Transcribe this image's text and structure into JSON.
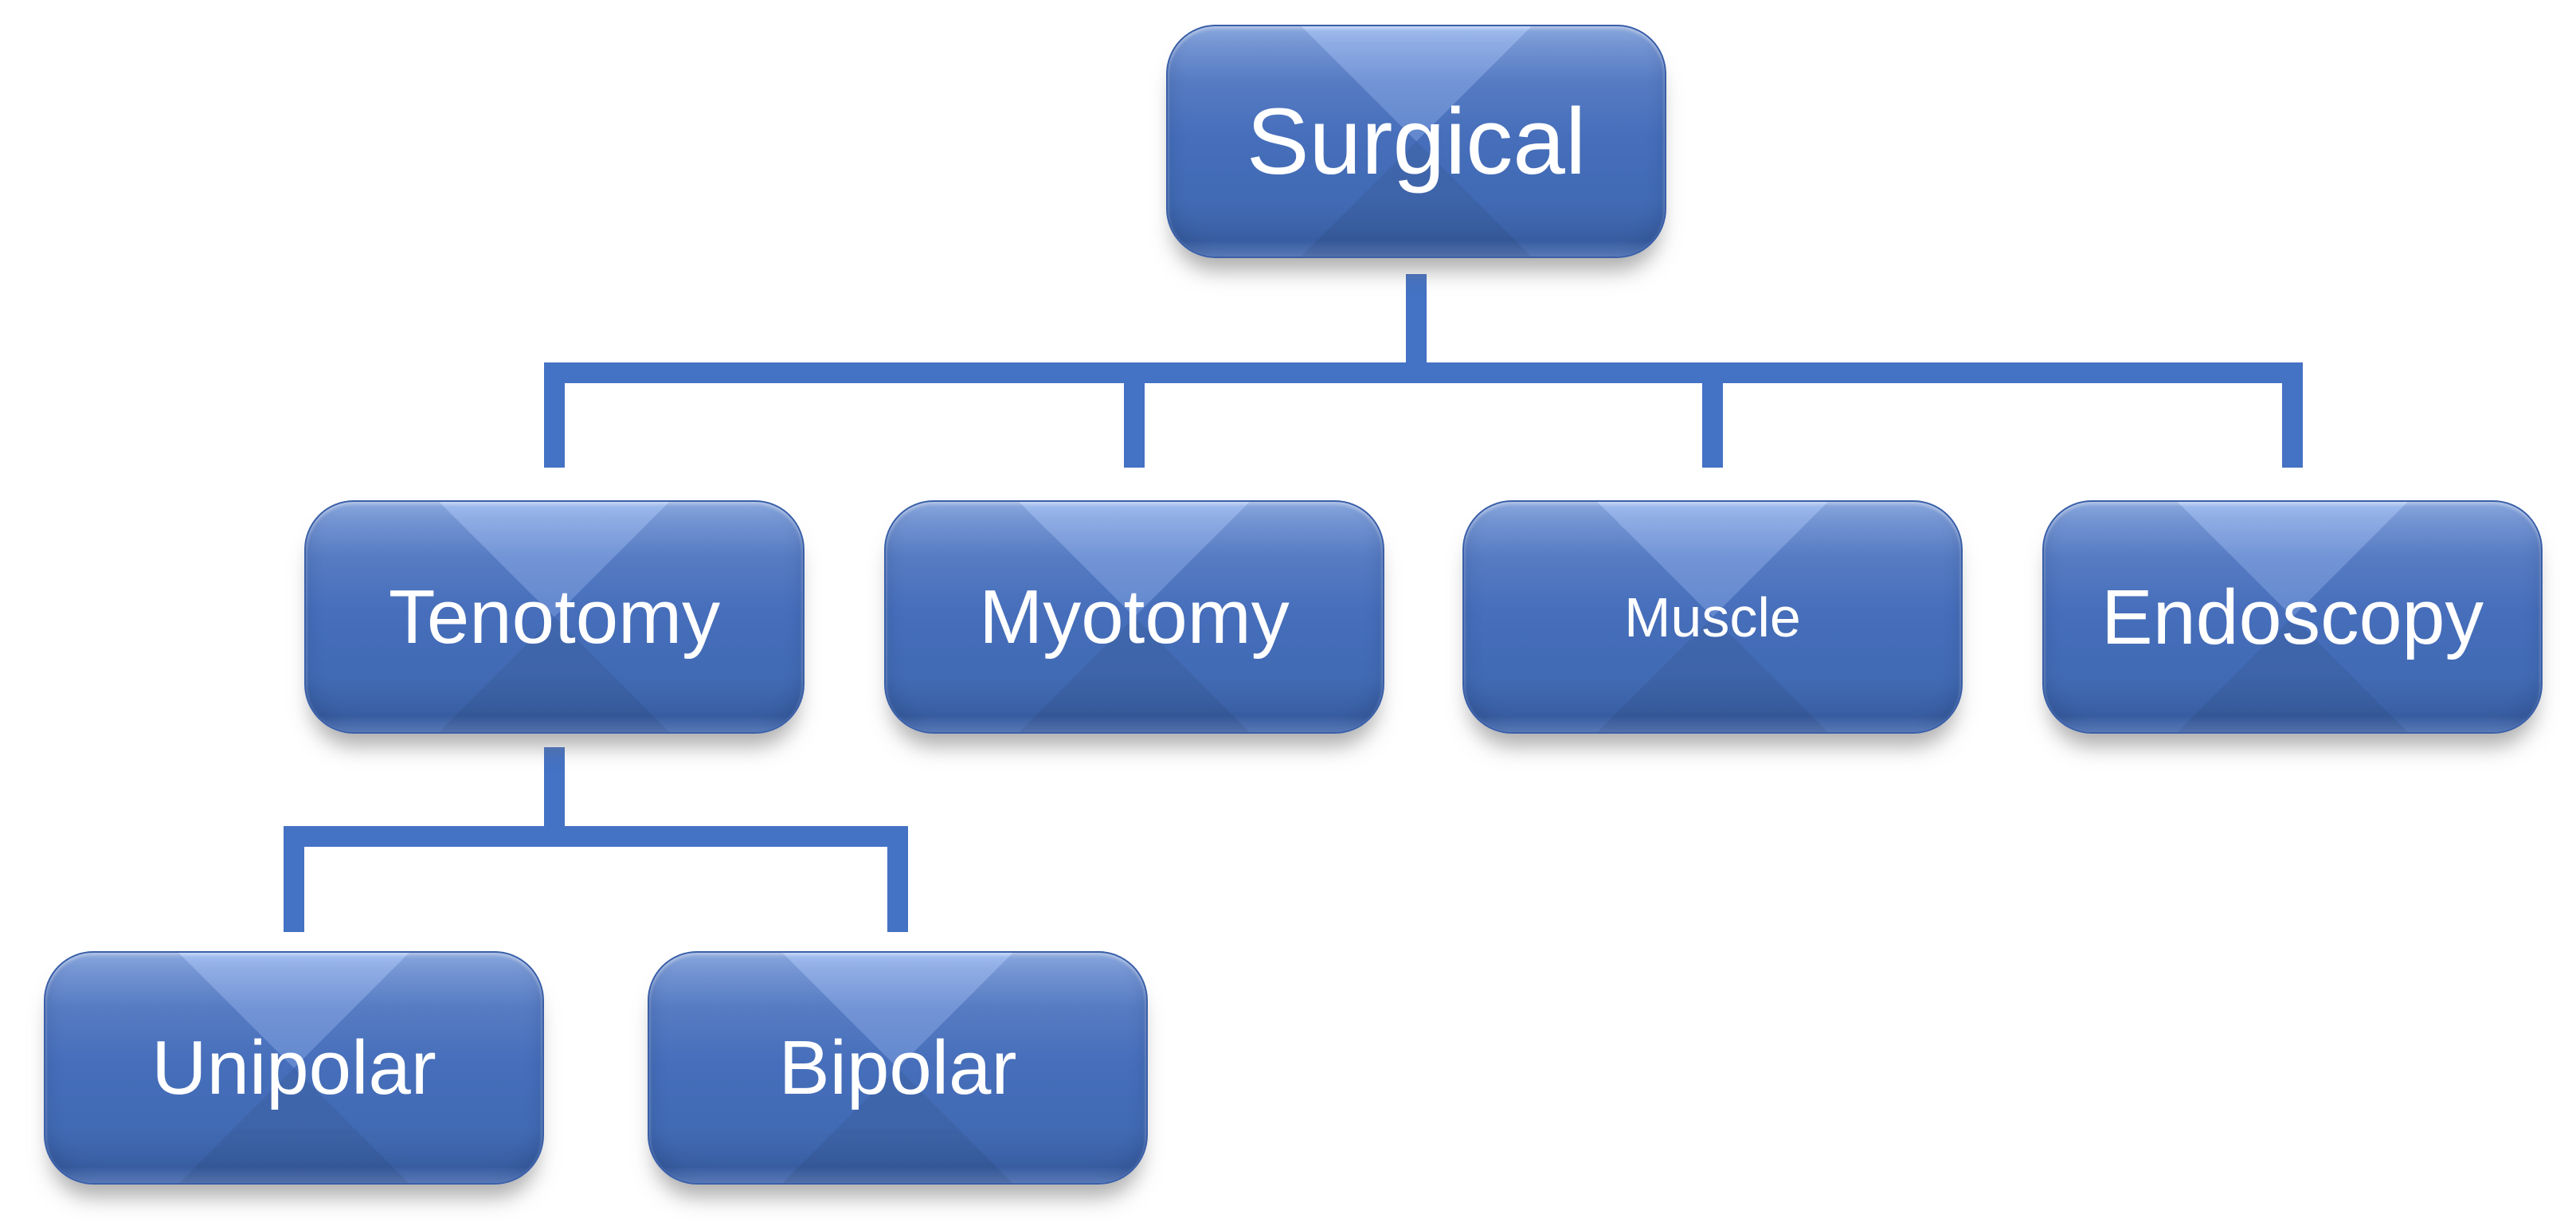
{
  "colors": {
    "background": "#ffffff",
    "connector": "#4472c4",
    "node_fill_mid": "#4a75c6",
    "node_fill_light": "#93b4ee",
    "node_fill_dark": "#3e66af",
    "node_border": "#3a5fa8",
    "node_text": "#ffffff"
  },
  "nodes": {
    "surgical": {
      "label": "Surgical"
    },
    "tenotomy": {
      "label": "Tenotomy"
    },
    "myotomy": {
      "label": "Myotomy"
    },
    "muscle": {
      "label": "Muscle"
    },
    "endoscopy": {
      "label": "Endoscopy"
    },
    "unipolar": {
      "label": "Unipolar"
    },
    "bipolar": {
      "label": "Bipolar"
    }
  },
  "edges": [
    {
      "from": "Surgical",
      "to": "Tenotomy"
    },
    {
      "from": "Surgical",
      "to": "Myotomy"
    },
    {
      "from": "Surgical",
      "to": "Muscle"
    },
    {
      "from": "Surgical",
      "to": "Endoscopy"
    },
    {
      "from": "Tenotomy",
      "to": "Unipolar"
    },
    {
      "from": "Tenotomy",
      "to": "Bipolar"
    }
  ]
}
